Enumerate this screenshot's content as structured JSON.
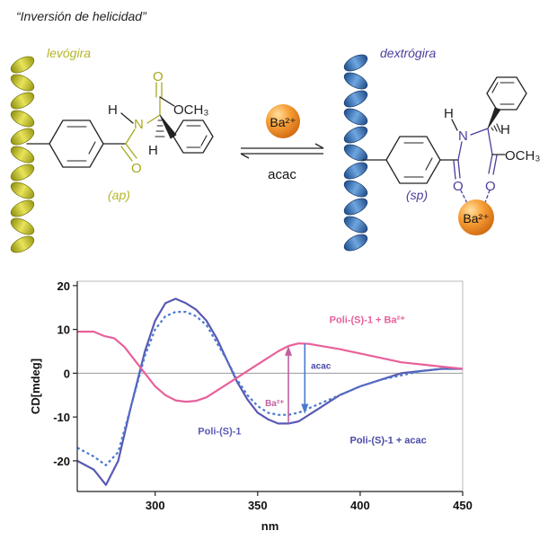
{
  "caption": "“Inversión de helicidad”",
  "scheme": {
    "left": {
      "label": "levógira",
      "conformation": "(ap)",
      "atoms": {
        "h_top": "H",
        "n": "N",
        "o_top": "O",
        "ester": "OCH₃",
        "o_bottom": "O",
        "h_bottom": "H"
      }
    },
    "right": {
      "label": "dextrógira",
      "conformation": "(sp)",
      "atoms": {
        "h_top": "H",
        "n": "N",
        "h_side": "H",
        "ester": "OCH₃",
        "o1": "O",
        "o2": "O"
      },
      "ion": "Ba²⁺"
    },
    "reagent_forward": "Ba²⁺",
    "reagent_backward": "acac"
  },
  "chart_data": {
    "type": "line",
    "xlabel": "nm",
    "ylabel": "CD[mdeg]",
    "xlim": [
      262,
      450
    ],
    "ylim": [
      -27,
      21
    ],
    "xticks": [
      300,
      350,
      400,
      450
    ],
    "yticks": [
      20,
      10,
      0,
      -10,
      -20
    ],
    "grid": false,
    "series": [
      {
        "name": "Poli-(S)-1",
        "color": "#5a5ab4",
        "dash": "solid",
        "x": [
          262,
          270,
          276,
          282,
          288,
          295,
          300,
          305,
          310,
          315,
          320,
          325,
          330,
          335,
          340,
          345,
          350,
          355,
          360,
          365,
          370,
          375,
          380,
          385,
          390,
          400,
          410,
          420,
          430,
          440,
          450
        ],
        "y": [
          -20,
          -22,
          -25.5,
          -20,
          -8,
          5,
          12,
          16,
          17,
          16,
          14.5,
          12,
          8,
          3,
          -2,
          -6,
          -9,
          -10.5,
          -11.5,
          -11.5,
          -11,
          -9.5,
          -8,
          -6.5,
          -5,
          -3,
          -1.5,
          0,
          0.5,
          1,
          1
        ]
      },
      {
        "name": "Poli-(S)-1 + acac",
        "color": "#4a7ad0",
        "dash": "dotted",
        "x": [
          262,
          270,
          276,
          282,
          288,
          295,
          300,
          305,
          310,
          315,
          320,
          325,
          330,
          335,
          340,
          345,
          350,
          355,
          360,
          365,
          370,
          375,
          380,
          390,
          400,
          410,
          420,
          430,
          440,
          450
        ],
        "y": [
          -17,
          -19,
          -21,
          -18,
          -8,
          4,
          10,
          13,
          14,
          14,
          13,
          11,
          7,
          3,
          -1.5,
          -5,
          -7.5,
          -9,
          -9.5,
          -9.5,
          -9,
          -8,
          -7,
          -5,
          -3,
          -1.5,
          -0.5,
          0.5,
          1,
          1
        ]
      },
      {
        "name": "Poli-(S)-1 + Ba²⁺",
        "color": "#e8609a",
        "dash": "solid",
        "x": [
          262,
          270,
          275,
          280,
          285,
          290,
          295,
          300,
          305,
          310,
          315,
          320,
          325,
          330,
          340,
          350,
          360,
          365,
          370,
          375,
          380,
          390,
          400,
          410,
          420,
          430,
          440,
          450
        ],
        "y": [
          9.5,
          9.5,
          8.5,
          8,
          6,
          3,
          0,
          -3,
          -5,
          -6.2,
          -6.5,
          -6.3,
          -5.5,
          -4,
          -1,
          2,
          5,
          6.2,
          6.8,
          6.7,
          6.3,
          5.5,
          4.5,
          3.5,
          2.5,
          2,
          1.5,
          1
        ]
      }
    ],
    "annotations": [
      {
        "text": "acac",
        "series": "Poli-(S)-1 + acac"
      },
      {
        "text": "Ba²⁺",
        "series": "Poli-(S)-1 + Ba²⁺"
      }
    ]
  }
}
